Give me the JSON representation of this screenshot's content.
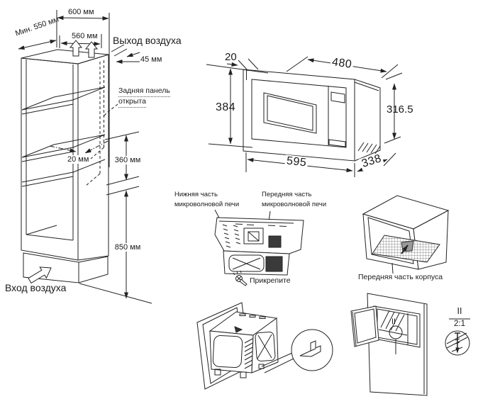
{
  "page": {
    "background": "#ffffff",
    "line_color": "#222222"
  },
  "cabinet_view": {
    "dim_width_top": "600 мм",
    "dim_depth_min": "Мин. 550 мм",
    "dim_vent_width": "560 мм",
    "air_outlet_label": "Выход воздуха",
    "dim_rear_gap": "45 мм",
    "back_panel_note_1": "Задняя панель",
    "back_panel_note_2": "открыта",
    "dim_recess": "20 мм",
    "dim_niche_height": "360 мм",
    "dim_base_height": "850 мм",
    "air_inlet_label": "Вход воздуха"
  },
  "oven_view": {
    "dim_frame_overhang": "20",
    "dim_depth_back": "480",
    "dim_frame_height": "384",
    "dim_body_height": "316.5",
    "dim_frame_width": "595",
    "dim_body_depth": "338"
  },
  "mounting_view": {
    "bottom_label_1": "Нижняя часть",
    "bottom_label_2": "микроволновой печи",
    "front_label_1": "Передняя часть",
    "front_label_2": "микроволновой печи",
    "attach_label": "Прикрепите"
  },
  "housing_view": {
    "front_label": "Передняя часть корпуса"
  },
  "door_view": {
    "callout": "II"
  },
  "detail_view": {
    "ref": "II",
    "scale": "2:1"
  }
}
